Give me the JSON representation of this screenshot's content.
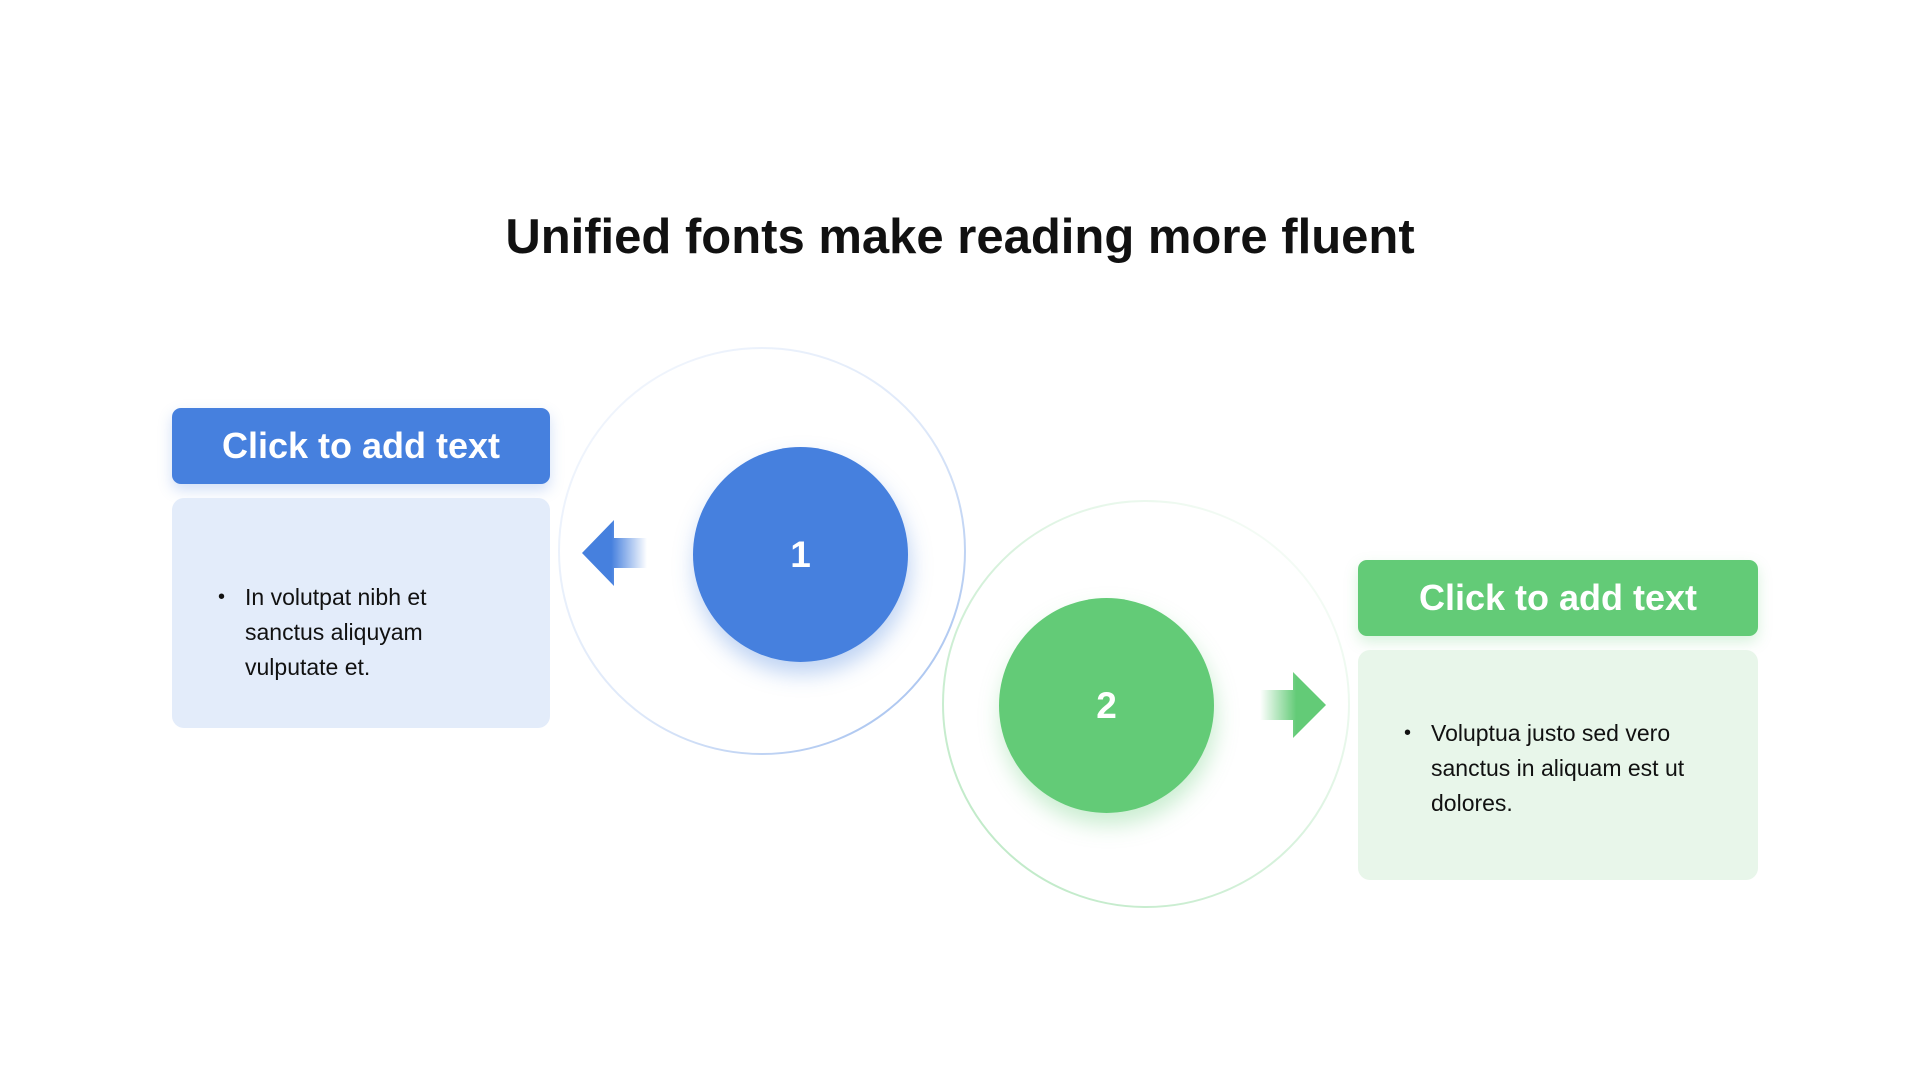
{
  "slide": {
    "title": "Unified fonts make reading more fluent"
  },
  "steps": [
    {
      "number": "1",
      "heading": "Click to add text",
      "bullet": "In volutpat nibh et sanctus aliquyam vulputate et.",
      "color": "#4680de",
      "light_color": "#e3ecfa"
    },
    {
      "number": "2",
      "heading": "Click to add text",
      "bullet": "Voluptua justo sed vero sanctus in aliquam est ut dolores.",
      "color": "#63cb77",
      "light_color": "#e8f6ea"
    }
  ]
}
